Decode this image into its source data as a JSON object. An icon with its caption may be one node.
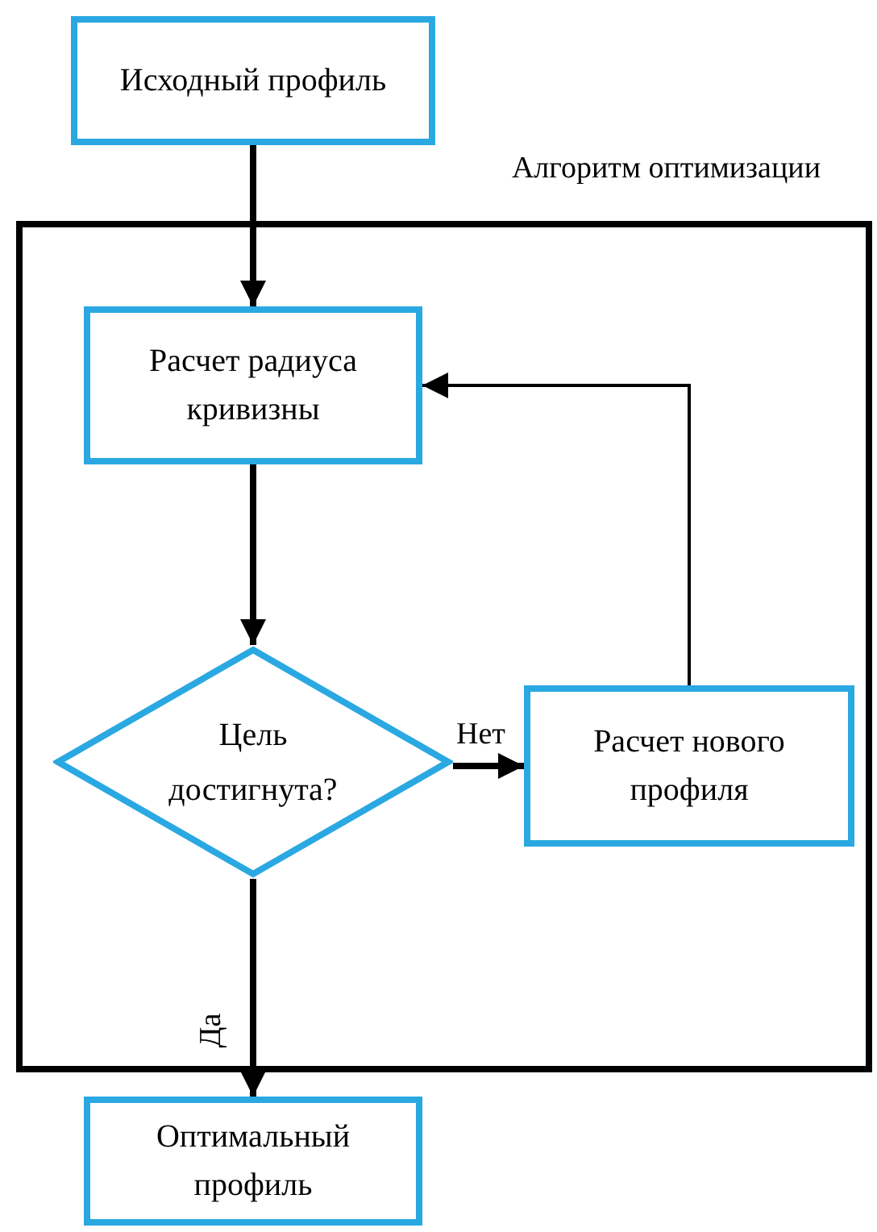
{
  "diagram": {
    "nodes": [
      {
        "text": [
          "Исходный профиль"
        ]
      },
      {
        "text": [
          "Алгоритм оптимизации"
        ]
      },
      {
        "text": [
          "Расчет радиуса кривизны"
        ],
        "in": 1
      },
      {
        "text": [
          "Цель достигнута?"
        ],
        "in": 1
      },
      {
        "text": [
          "Расчет нового профиля"
        ],
        "in": 1
      },
      {
        "text": [
          "Оптимальный профиль"
        ]
      }
    ],
    "edges": [
      {
        "from": 0,
        "to": 2,
        "arrow": "to"
      },
      {
        "from": 2,
        "to": 3,
        "arrow": "to"
      },
      {
        "from": 3,
        "to": 4,
        "arrow": "to",
        "label": "Нет"
      },
      {
        "from": 4,
        "to": 2,
        "arrow": "to"
      },
      {
        "from": 3,
        "to": 5,
        "arrow": "to",
        "label": "Да"
      }
    ]
  }
}
